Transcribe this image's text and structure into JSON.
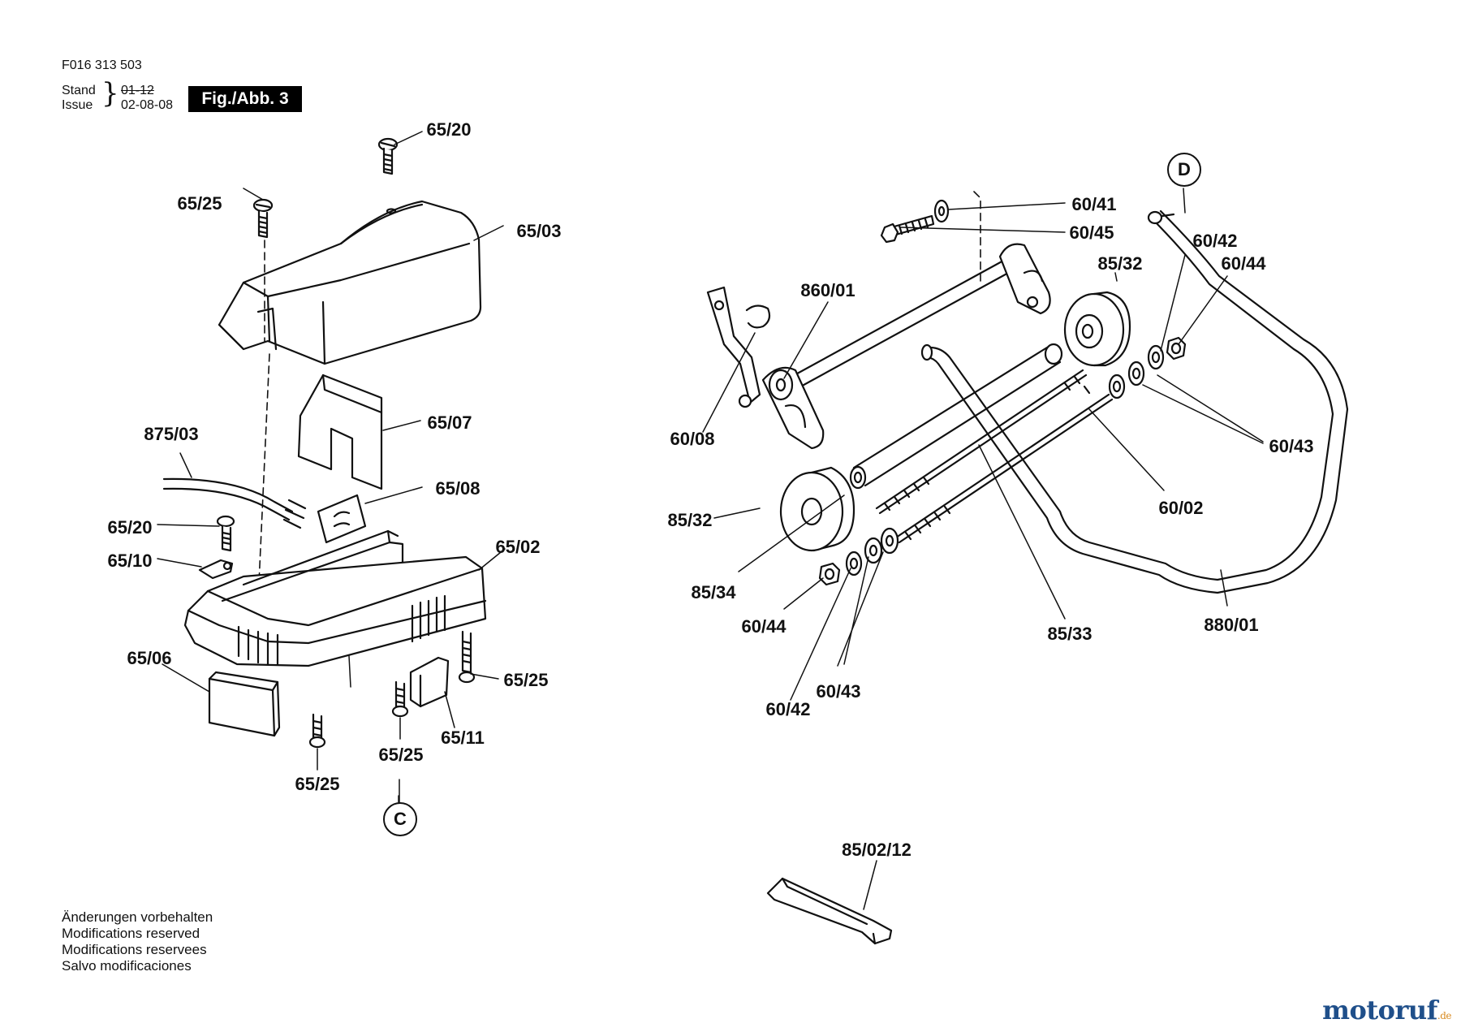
{
  "header": {
    "doc_number": "F016 313 503",
    "stand_label": "Stand",
    "issue_label": "Issue",
    "stand_old": "01-12",
    "issue_date": "02-08-08",
    "figure_label": "Fig./Abb. 3"
  },
  "notes": [
    "Änderungen vorbehalten",
    "Modifications reserved",
    "Modifications reservees",
    "Salvo modificaciones"
  ],
  "reference_markers": {
    "c": "C",
    "d": "D"
  },
  "part_labels": {
    "p65_20a": "65/20",
    "p65_25a": "65/25",
    "p65_03": "65/03",
    "p65_07": "65/07",
    "p875_03": "875/03",
    "p65_08": "65/08",
    "p65_20b": "65/20",
    "p65_10": "65/10",
    "p65_02": "65/02",
    "p65_06": "65/06",
    "p65_25b": "65/25",
    "p65_25c": "65/25",
    "p65_11": "65/11",
    "p65_25d": "65/25",
    "p60_41": "60/41",
    "p60_45": "60/45",
    "p860_01": "860/01",
    "p85_32a": "85/32",
    "p60_42a": "60/42",
    "p60_44a": "60/44",
    "p60_08": "60/08",
    "p60_43a": "60/43",
    "p60_02": "60/02",
    "p85_32b": "85/32",
    "p85_34": "85/34",
    "p60_44b": "60/44",
    "p85_33": "85/33",
    "p880_01": "880/01",
    "p60_43b": "60/43",
    "p60_42b": "60/42",
    "p85_02_12": "85/02/12"
  },
  "watermark": {
    "brand": "motoruf",
    "tld": ".de",
    "brand_color": "#1f4f8a",
    "accent_color": "#d88a1e"
  }
}
